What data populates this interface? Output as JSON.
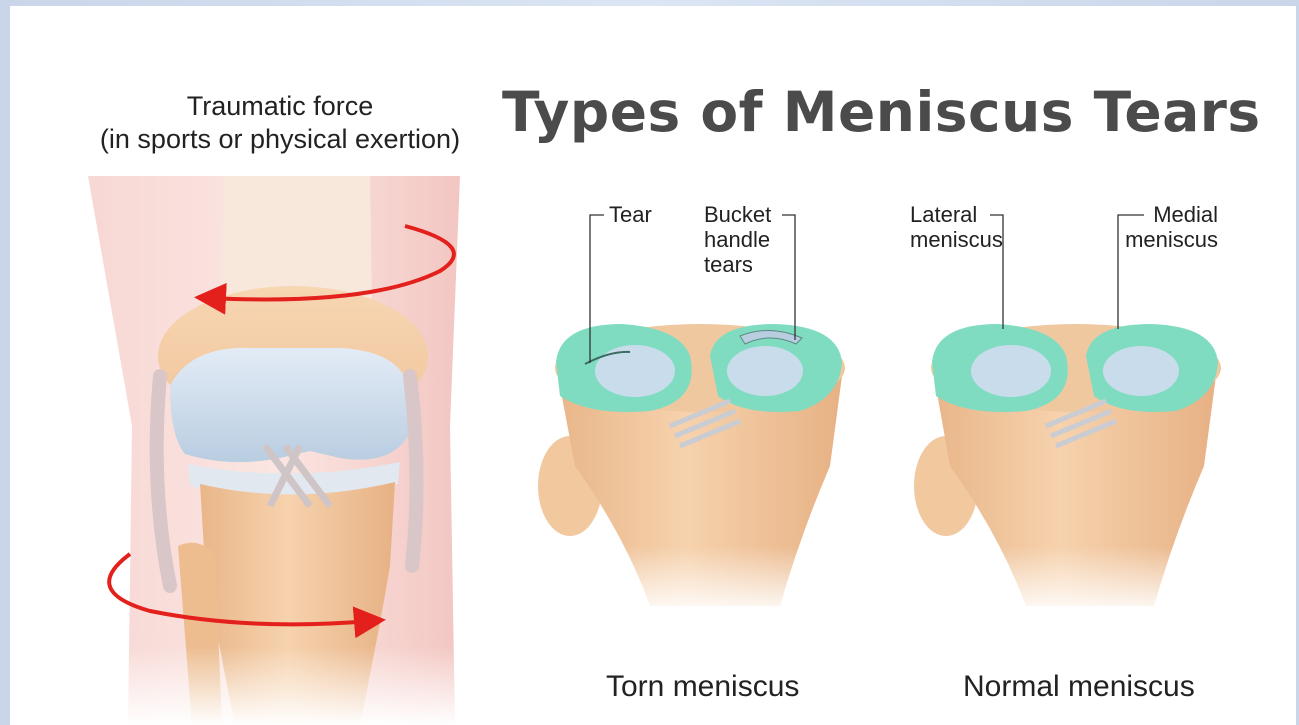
{
  "title": "Types of Meniscus Tears",
  "force_label": {
    "line1": "Traumatic force",
    "line2": "(in sports or physical exertion)"
  },
  "torn": {
    "tear_label": "Tear",
    "bucket_label": {
      "line1": "Bucket",
      "line2": "handle",
      "line3": "tears"
    },
    "caption": "Torn meniscus"
  },
  "normal": {
    "lateral_label": {
      "line1": "Lateral",
      "line2": "meniscus"
    },
    "medial_label": {
      "line1": "Medial",
      "line2": "meniscus"
    },
    "caption": "Normal meniscus"
  },
  "colors": {
    "title": "#4b4b4b",
    "arrow": "#e3201b",
    "meniscus": "#7fdcc0",
    "bone": "#f4c99a",
    "cartilage": "#c9dcec"
  }
}
